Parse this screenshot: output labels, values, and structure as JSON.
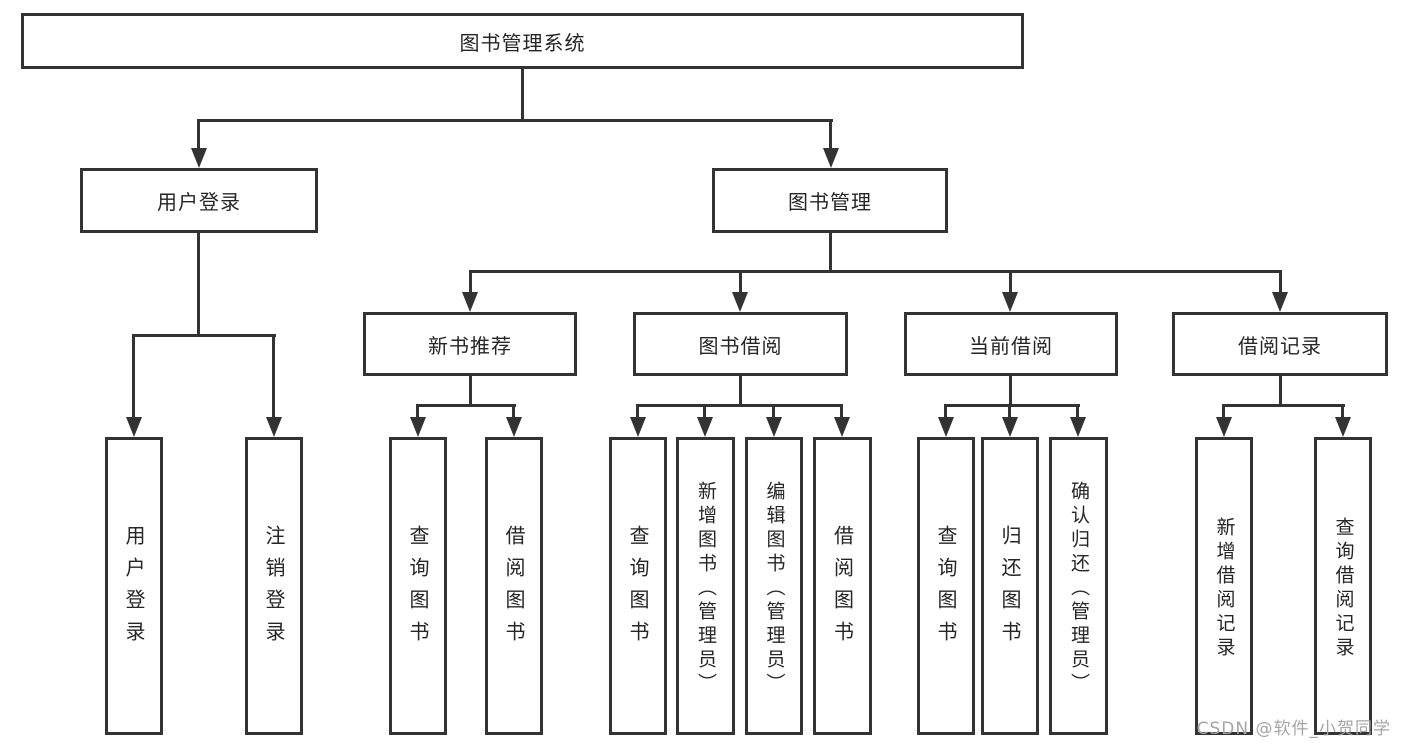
{
  "diagram": {
    "root": {
      "label": "图书管理系统"
    },
    "level2": [
      {
        "id": "user-login",
        "label": "用户登录"
      },
      {
        "id": "book-management",
        "label": "图书管理"
      }
    ],
    "level3": [
      {
        "id": "new-book-recommend",
        "label": "新书推荐"
      },
      {
        "id": "book-borrow",
        "label": "图书借阅"
      },
      {
        "id": "current-borrow",
        "label": "当前借阅"
      },
      {
        "id": "borrow-record",
        "label": "借阅记录"
      }
    ],
    "leaves": [
      {
        "id": "login-user-login",
        "label": "用户登录"
      },
      {
        "id": "login-logout",
        "label": "注销登录"
      },
      {
        "id": "recommend-query-book",
        "label": "查询图书"
      },
      {
        "id": "recommend-borrow-book",
        "label": "借阅图书"
      },
      {
        "id": "borrow-query-book",
        "label": "查询图书"
      },
      {
        "id": "borrow-add-book-admin",
        "label": "新增图书（管理员）"
      },
      {
        "id": "borrow-edit-book-admin",
        "label": "编辑图书（管理员）"
      },
      {
        "id": "borrow-borrow-book",
        "label": "借阅图书"
      },
      {
        "id": "current-query-book",
        "label": "查询图书"
      },
      {
        "id": "current-return-book",
        "label": "归还图书"
      },
      {
        "id": "current-confirm-return-admin",
        "label": "确认归还（管理员）"
      },
      {
        "id": "record-add-borrow-record",
        "label": "新增借阅记录"
      },
      {
        "id": "record-query-borrow-record",
        "label": "查询借阅记录"
      }
    ],
    "watermark": "CSDN @软件_小贺同学",
    "colors": {
      "line": "#333333",
      "text": "#262626",
      "background": "#ffffff",
      "watermark": "#a5a5a5"
    }
  }
}
